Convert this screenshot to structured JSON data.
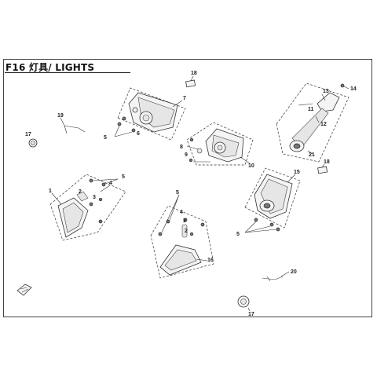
{
  "title": "F16  灯具/ LIGHTS",
  "callouts": {
    "c1": "1",
    "c2": "2",
    "c3": "3",
    "c4": "4",
    "c5a": "5",
    "c5b": "5",
    "c5c": "5",
    "c5d": "5",
    "c6": "6",
    "c7": "7",
    "c8": "8",
    "c9": "9",
    "c10": "10",
    "c11": "11",
    "c12": "12",
    "c13": "13",
    "c14": "14",
    "c15": "15",
    "c16": "16",
    "c17a": "17",
    "c17b": "17",
    "c18a": "18",
    "c18b": "18",
    "c19": "19",
    "c20": "20",
    "c21": "21"
  },
  "icons": {
    "headlight": "headlight-assembly-icon",
    "turn_signal": "turn-signal-icon",
    "tail_light": "tail-light-icon",
    "bulb": "bulb-icon",
    "screw": "screw-icon",
    "plate_light": "license-plate-light-icon",
    "grommet": "grommet-icon",
    "reflector": "reflector-icon",
    "wire": "wire-harness-icon"
  },
  "colors": {
    "line": "#333333",
    "fill": "#f4f4f4",
    "shade": "#777777"
  }
}
